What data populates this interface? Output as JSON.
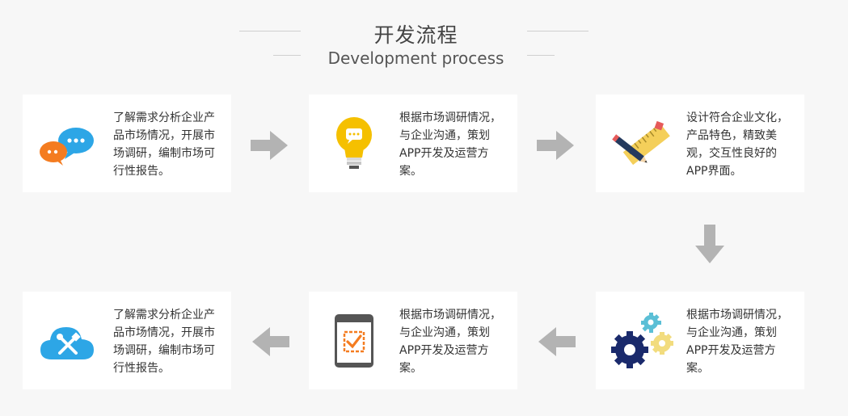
{
  "header": {
    "title_cn": "开发流程",
    "title_en": "Development process"
  },
  "steps": [
    {
      "text": "了解需求分析企业产品市场情况，开展市场调研，编制市场可行性报告。",
      "icon": "chat-bubbles-icon"
    },
    {
      "text": "根据市场调研情况，与企业沟通，策划 APP开发及运营方案。",
      "icon": "lightbulb-icon"
    },
    {
      "text": "设计符合企业文化，产品特色，精致美观，交互性良好的 APP界面。",
      "icon": "pencil-ruler-icon"
    },
    {
      "text": "根据市场调研情况，与企业沟通，策划APP开发及运营方案。",
      "icon": "gears-icon"
    },
    {
      "text": "根据市场调研情况，与企业沟通，策划APP开发及运营方案。",
      "icon": "phone-checkbox-icon"
    },
    {
      "text": "了解需求分析企业产品市场情况，开展市场调研，编制市场可行性报告。",
      "icon": "cloud-tools-icon"
    }
  ],
  "colors": {
    "arrow": "#b3b3b3",
    "orange": "#f47c20",
    "blue": "#2da6e6",
    "yellow": "#f5c000",
    "navy": "#1a2a6c"
  }
}
